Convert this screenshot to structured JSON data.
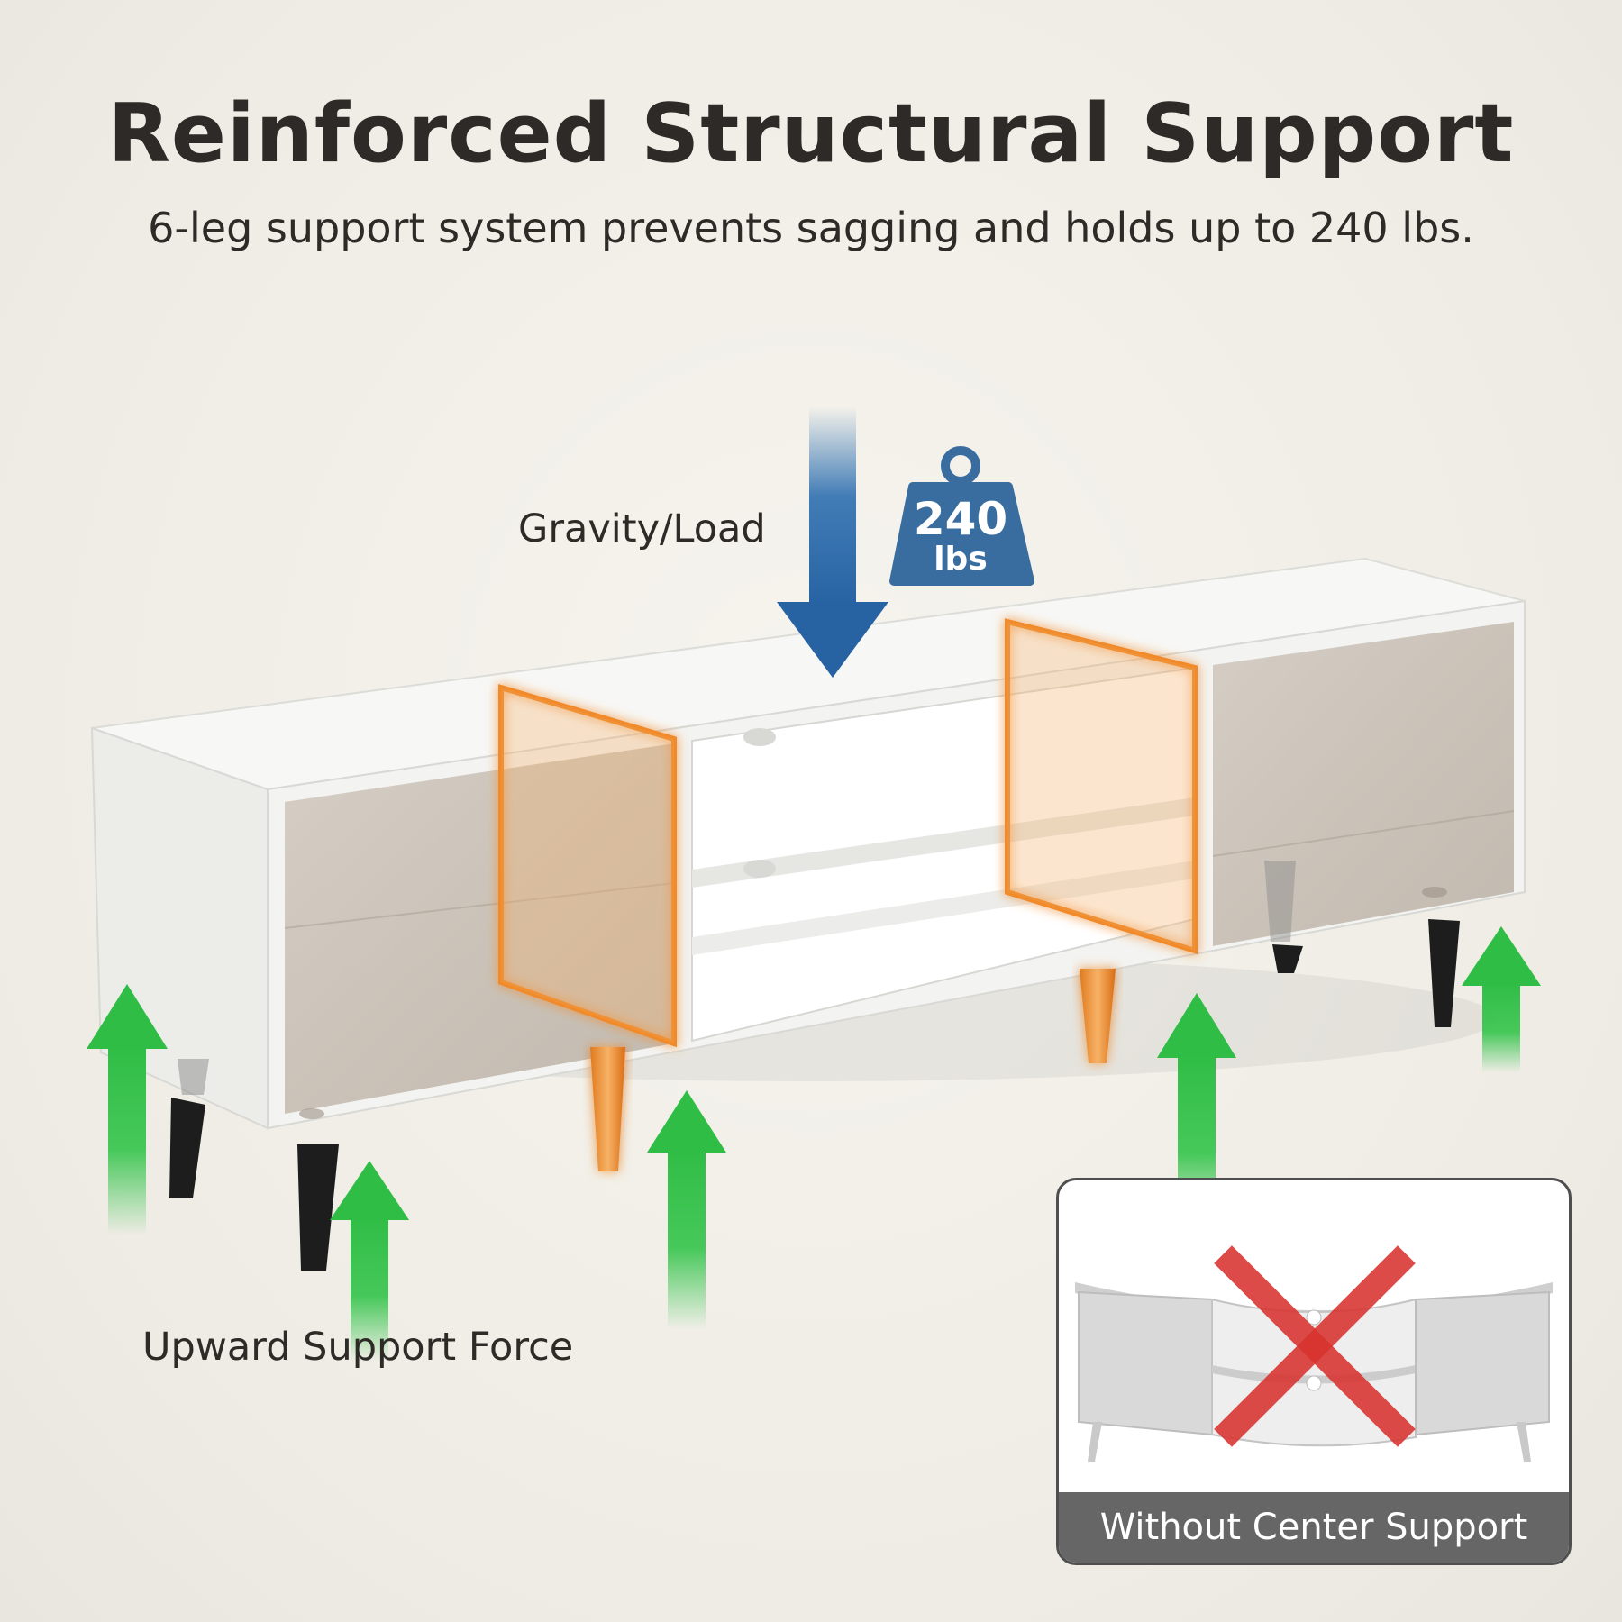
{
  "header": {
    "title": "Reinforced Structural Support",
    "subtitle": "6-leg support system prevents sagging and holds up to 240 lbs."
  },
  "diagram": {
    "gravity_label": "Gravity/Load",
    "weight_value": "240",
    "weight_unit": "lbs",
    "upward_label": "Upward Support Force"
  },
  "inset": {
    "caption": "Without Center Support"
  },
  "colors": {
    "gravity_arrow": "#2d6fb0",
    "weight_badge": "#3a6d9f",
    "support_arrow": "#33c44a",
    "highlight": "#f08a2a",
    "cross": "#d8332f"
  }
}
